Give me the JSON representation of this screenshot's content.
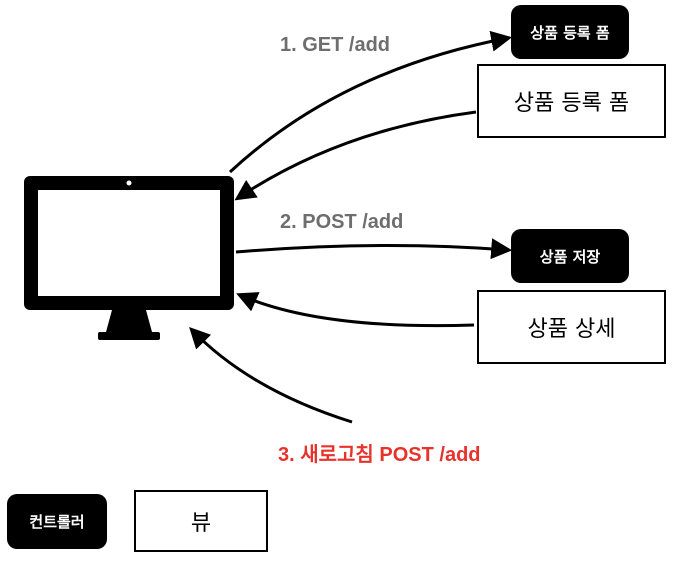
{
  "requests": [
    {
      "label": "1. GET /add",
      "color": "#6e6e6e"
    },
    {
      "label": "2. POST /add",
      "color": "#6e6e6e"
    },
    {
      "label": "3. 새로고침 POST /add",
      "color": "#e8322c"
    }
  ],
  "controllers": {
    "register_form": "상품 등록 폼",
    "save": "상품 저장"
  },
  "views": {
    "register_form": "상품 등록 폼",
    "detail": "상품 상세"
  },
  "legend": {
    "controller": "컨트롤러",
    "view": "뷰"
  },
  "colors": {
    "ink": "#000000",
    "label_gray": "#6e6e6e",
    "label_red": "#e8322c"
  },
  "icons": {
    "client": "desktop-monitor-icon"
  }
}
